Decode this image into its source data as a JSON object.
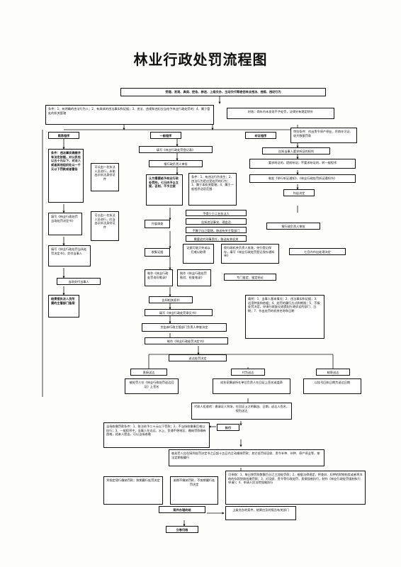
{
  "title": "林业行政处罚流程图",
  "nodes": {
    "top_source": "受理、发现、具保、控告、移送、上级交办、主动交代等途径林业违法、违规、违纪行为",
    "conditions": "条件：1、有明确的违法行为人；2、有具体的违法事实和证据；3、违法、违规和违纪应当给予林业行政处罚的；4、属于管处的机关管辖",
    "time_limit": "时效：两年内未发现不予处罚，法律另有规定除外",
    "simple_proc": "简易程序",
    "general_proc": "一般程序",
    "hearing_proc": "听证程序",
    "hearing_cond": "特别条件：作出责令停产停业、吊销许可证、较大数额罚款",
    "simple_cond": "条件：违法事实确凿并有法定依据，对公民处以五十元以下、对法人或者其他组织处以一千元以下罚款或者警告",
    "simple_note1": "可以由一名执法人员进行，未能出示执法身份证件",
    "fill_register": "填写《林业行政处罚登记表》",
    "report_review": "报行政负责人审批",
    "inform_rights": "告知当事人要求听证的权利",
    "request_hearing": "要求听证的，提前听证；不要求听证的，转一般程序",
    "hearing_notice": "制发《举行听证通知》、《林业行政处罚听证通知书》",
    "decide": "作出决定",
    "filing_cond": "认为需要给予林业行政处罚的，七日内予以立案，否则，不予立案",
    "filing_detail": "条件：1、有违法行为发生；2、违法行为是应受处罚的行为；3、属于本机关管辖；4、属于一般程序适用范围",
    "fill_simple": "填写《林业行政处罚当场处罚决定书》",
    "simple_note2": "可以由一名执法人员进行，应当出示执法身份证件",
    "simple_deliver": "填写《林业行政处罚当场处罚决定书》，交付当事人",
    "deliver_on_spot": "当场交付当事人",
    "report_record": "结果报执法人员所属的主管部门备案",
    "investigate": "开展调查",
    "inv_1": "不得少于二名执法人",
    "inv_2": "告知违法事实、理由及",
    "inv_3": "不属于自己管辖，移送有关主管部门",
    "inv_4": "需要追究刑事责任，移送有关机关",
    "report_leader": "报行政负责人审批",
    "collect_evidence": "收集证据",
    "evidence_method": "证据可能灭失或以后难以取得",
    "evidence_preserve": "报行政机关负责人批准，先行登记保存，填写《林业行政处罚登记保存通知单》",
    "seven_days": "七日内作出处理决定",
    "make_record": "制作《林业行政处罚询问笔录》",
    "make_inspect": "制作《林业行政处罚勘验、检查笔录》",
    "appraisal": "专门鉴定、鉴定结论",
    "inform_rights2": "告知相关权利",
    "fill_opinion": "填写《林业行政处罚意见书》",
    "submit_review": "交由本行政主管部门负责人审查决定",
    "make_decision": "制作《林业行政处罚决定书》",
    "decision_content": "载明：1、当事人基本情况；2、违法事实和证据；3、适用种类和依据；4、处罚的履行方式和期限；5、不服处罚决定，申请行政复议或提起行政诉讼的部门、日期；7、作出处罚的机关名称和日期",
    "deliver_decision": "送达处罚决定",
    "deliver_direct": "直接送达",
    "deliver_proxy": "代为送达",
    "deliver_mail": "邮寄送达",
    "direct_detail": "被处罚人在《林业行政处罚送达回证》上签名",
    "proxy_detail": "成年家属或所在单位负责人在回证上签名或盖章",
    "mail_detail": "以挂号回执日期为送达日期",
    "proxy_refuse": "代收人拒收的：邀请证人到场，在回证上注明事由、日期，送达人签名，视为送达",
    "onsite_collect": "当场收缴罚款条件：1、依法给予二十元以下罚款；2、不当场收缴事后难以执行；3、一般程序中，当事人在边远、水上、交通不便地区、缴纳罚款确有困难，经本人提出，可以当场收缴",
    "execute": "执行",
    "execute_detail": "被处罚人应在接到处罚决定书之日起十五日内主动缴纳罚款；其它处罚如没收、责令补种、补种、停产停业等，按法定期限履行",
    "to_bank": "到指定银行缴纳罚款；按期履行处罚决定",
    "overdue": "逾期不缴纳罚款，不按期履行处罚决定",
    "enforce": "可采取：1、每日按罚款数额百分之三加处罚款；2、根据法律规定，将查封、扣押的财物拍卖或者将冻结的存款划拨抵缴罚款；3、对没收、责令等行政处罚，直接强制执行，制作《林业行政处罚强制执行申请》；4、申请人民法院强制执行",
    "case_close": "案件办理终结",
    "close_report": "上级交办的案件，结果应及时报告有关部门",
    "file_archive": "立卷归档"
  }
}
